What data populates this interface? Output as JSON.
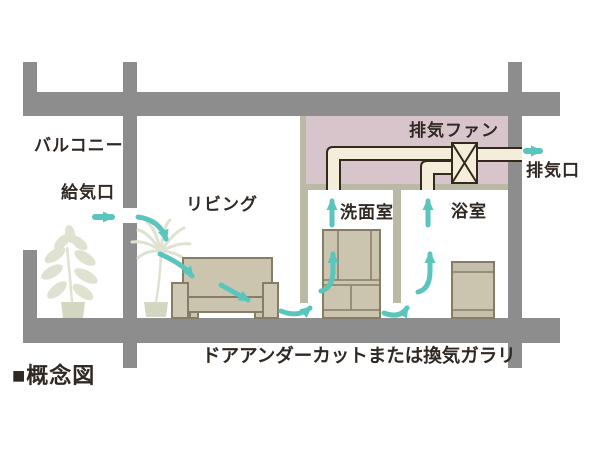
{
  "labels": {
    "balcony": "バルコニー",
    "supply_vent": "給気口",
    "living_room": "リビング",
    "exhaust_fan": "排気ファン",
    "exhaust_vent": "排気口",
    "washroom": "洗面室",
    "bathroom": "浴室",
    "door_note": "ドアアンダーカットまたは換気ガラリ",
    "caption": "■概念図"
  },
  "icons": {
    "airflow_arrow": "teal flow arrow",
    "exhaust_fan_box": "duct fan (box with X)",
    "potted_plant": "balcony plant",
    "palm_plant": "indoor palm",
    "sofa": "living room sofa",
    "vanity_cabinet": "washroom cabinet",
    "bathtub": "bathroom tub unit"
  },
  "colors": {
    "wall": "#8d8d8d",
    "airflow": "#59c5bc",
    "ceiling_plenum": "#d7c5cb",
    "partition": "#bcb8a6",
    "duct_fill": "#f3edda",
    "duct_outline": "#33291c",
    "furniture_fill": "#cbc4af",
    "furniture_outline": "#857d65",
    "plant": "#dfe2d1",
    "text": "#302823",
    "background": "#ffffff"
  }
}
